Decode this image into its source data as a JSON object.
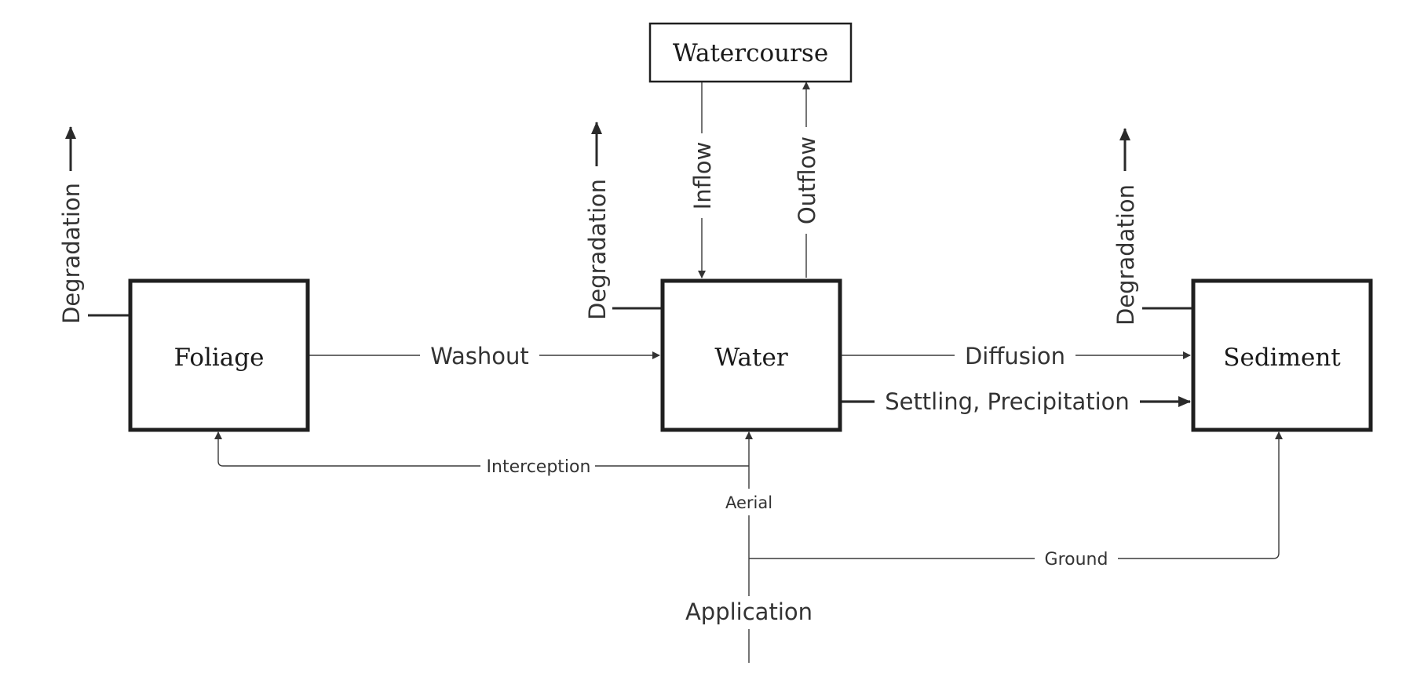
{
  "nodes": {
    "foliage": "Foliage",
    "water": "Water",
    "sediment": "Sediment",
    "watercourse": "Watercourse",
    "application": "Application"
  },
  "flows": {
    "degradation": "Degradation",
    "washout": "Washout",
    "diffusion": "Diffusion",
    "settling": "Settling, Precipitation",
    "inflow": "Inflow",
    "outflow": "Outflow",
    "interception": "Interception",
    "aerial": "Aerial",
    "ground": "Ground"
  }
}
